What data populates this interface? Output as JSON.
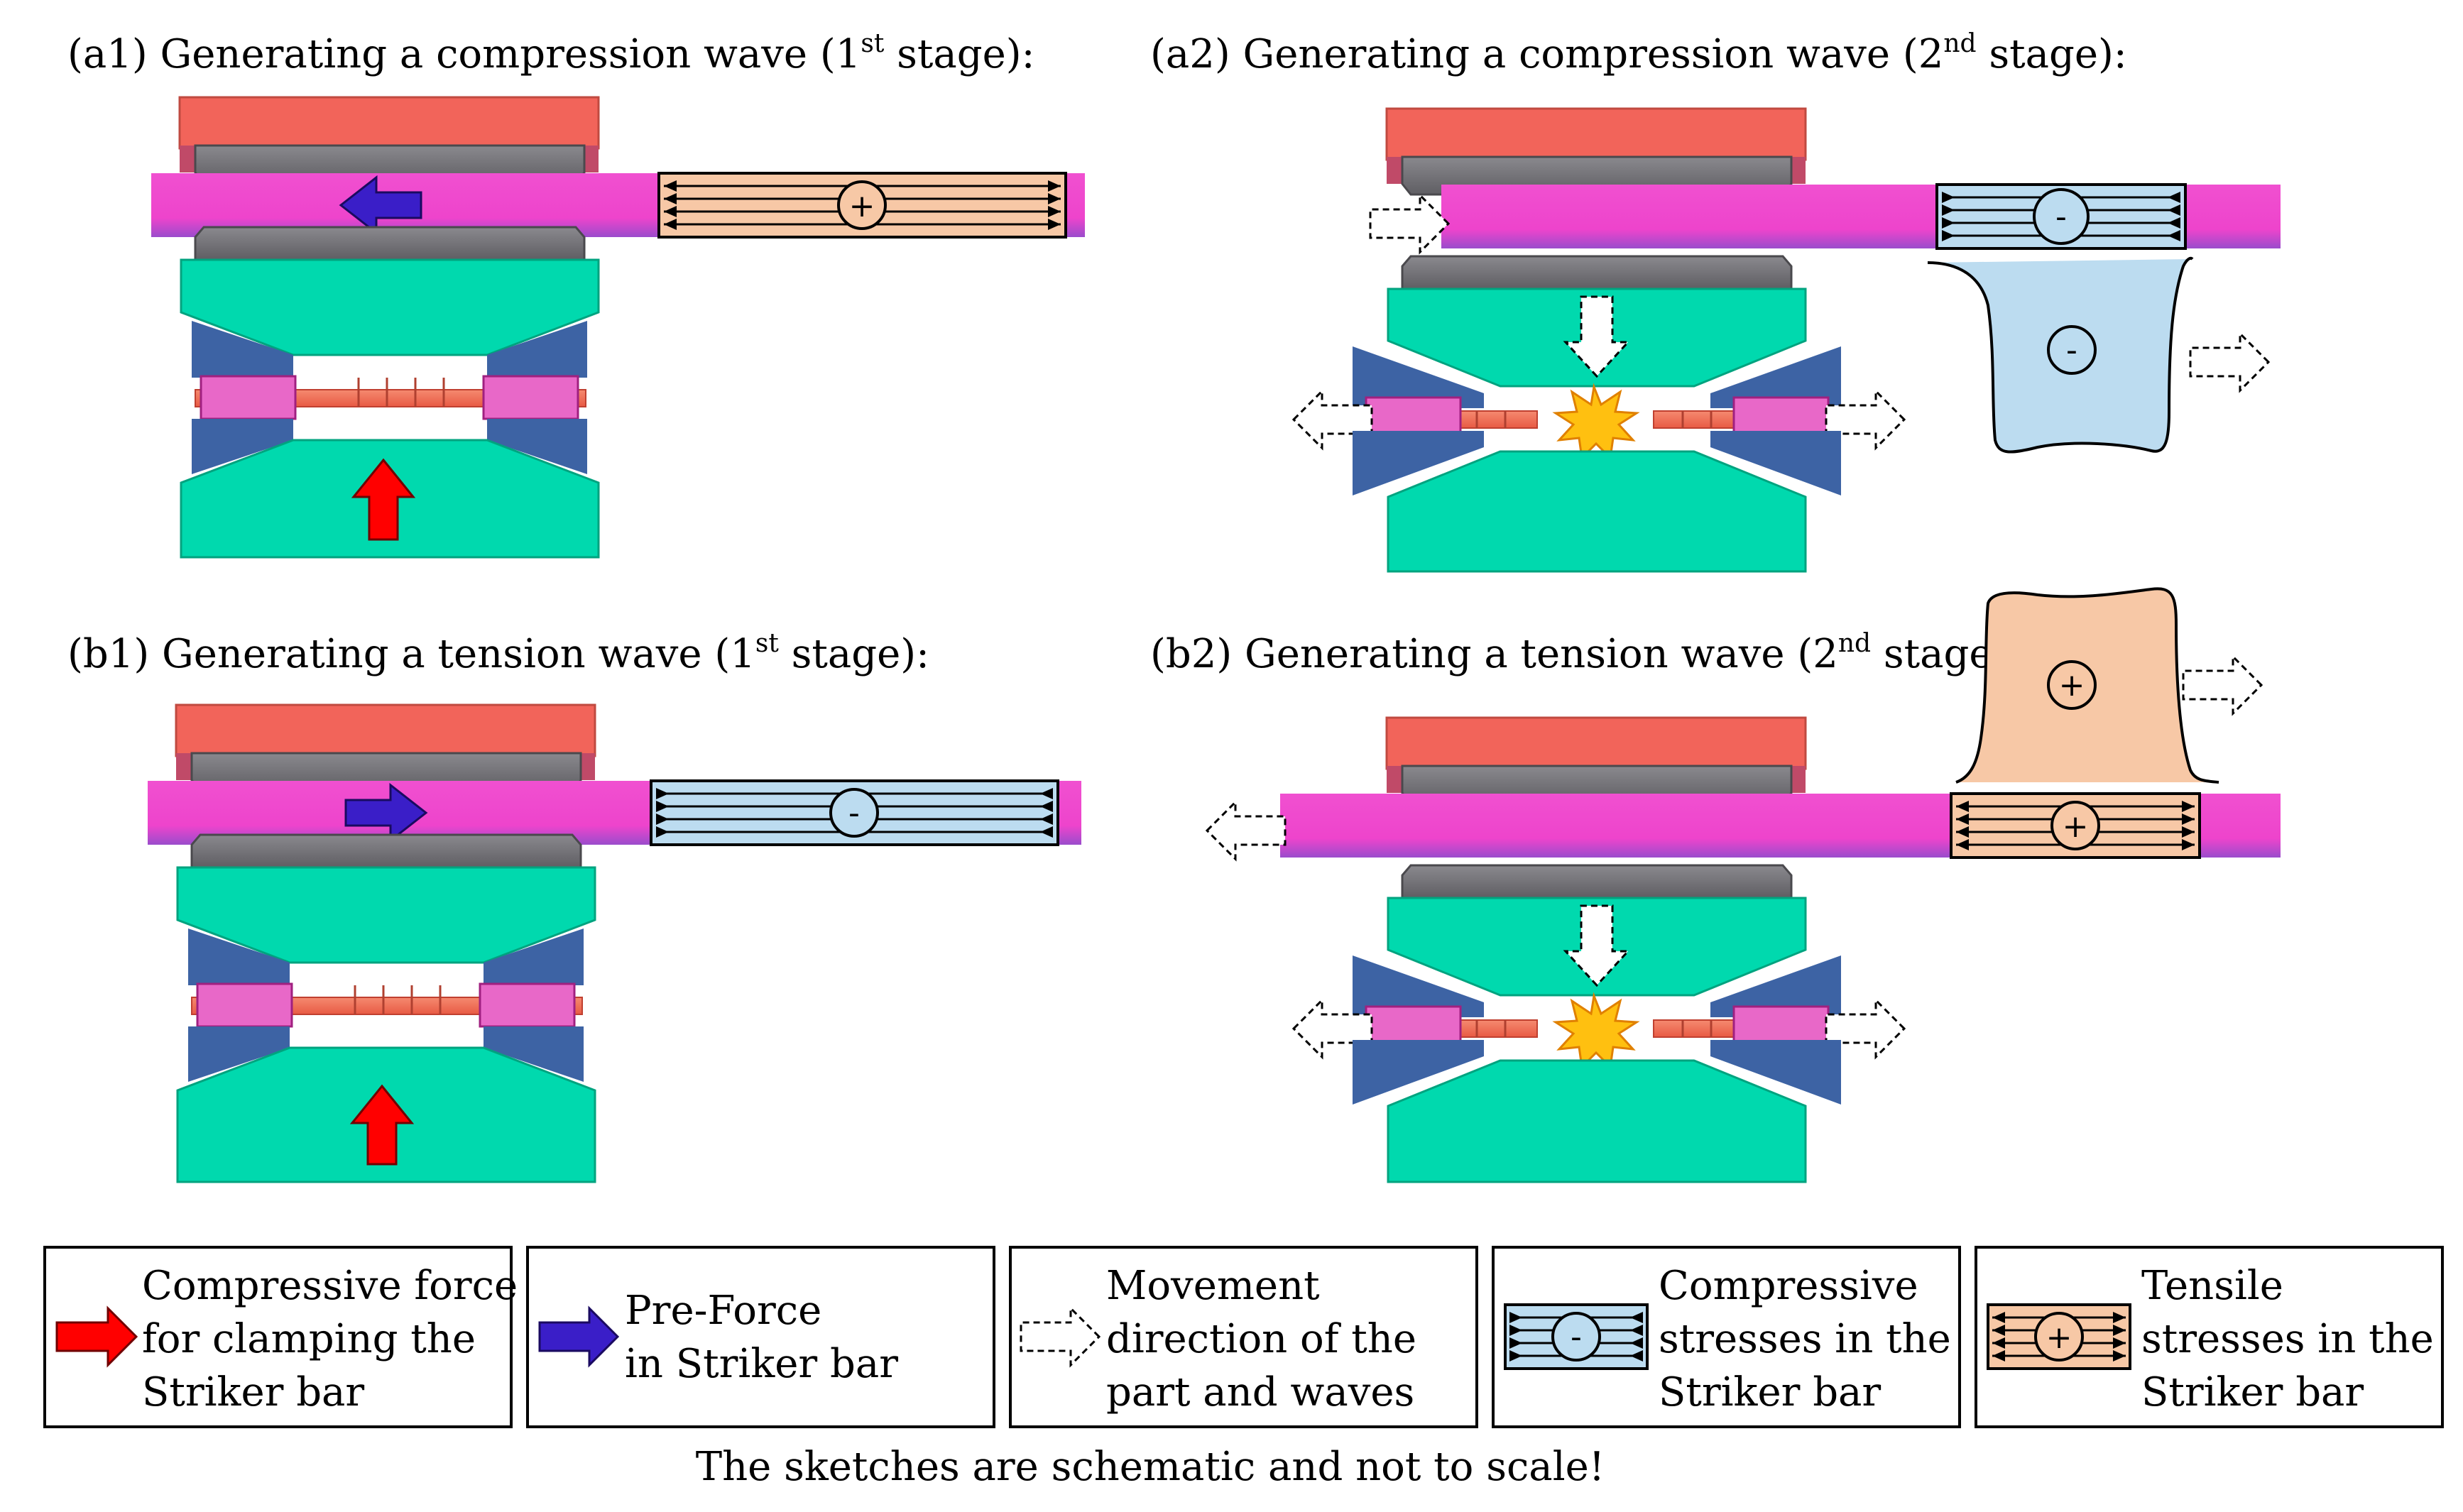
{
  "panels": {
    "a1": {
      "prefix": "(a1) Generating a compression wave (1",
      "sup": "st",
      "suffix": " stage):"
    },
    "a2": {
      "prefix": "(a2) Generating a compression wave (2",
      "sup": "nd",
      "suffix": " stage):"
    },
    "b1": {
      "prefix": "(b1) Generating a tension wave (1",
      "sup": "st",
      "suffix": " stage):"
    },
    "b2": {
      "prefix": "(b2) Generating a tension wave (2",
      "sup": "nd",
      "suffix": " stage):"
    }
  },
  "signs": {
    "plus": "+",
    "minus": "-"
  },
  "legend": [
    {
      "icon": "red-arrow-icon",
      "lines": [
        "Compressive force",
        "for clamping the",
        "Striker bar"
      ]
    },
    {
      "icon": "blue-arrow-icon",
      "lines": [
        "Pre-Force",
        "in Striker bar"
      ]
    },
    {
      "icon": "dashed-arrow-icon",
      "lines": [
        "Movement",
        "direction of the",
        "part and waves"
      ]
    },
    {
      "icon": "compressive-stress-icon",
      "lines": [
        "Compressive",
        "stresses in the",
        "Striker bar"
      ]
    },
    {
      "icon": "tensile-stress-icon",
      "lines": [
        "Tensile",
        "stresses in the",
        "Striker bar"
      ]
    }
  ],
  "footnote": "The sketches are schematic and not to scale!",
  "colors": {
    "clamp_red": "#f2645a",
    "jaw_gray": "#77767b",
    "striker_magenta": "#ee44cc",
    "die_teal": "#00d9ae",
    "die_blue": "#3d63a4",
    "specimen": "#f06a50",
    "compressive_fill": "#bcdcf0",
    "tensile_fill": "#f7c8a6",
    "force_red": "#ff0000",
    "preforce_blue": "#3a1ec8",
    "burst": "#ffc010"
  }
}
